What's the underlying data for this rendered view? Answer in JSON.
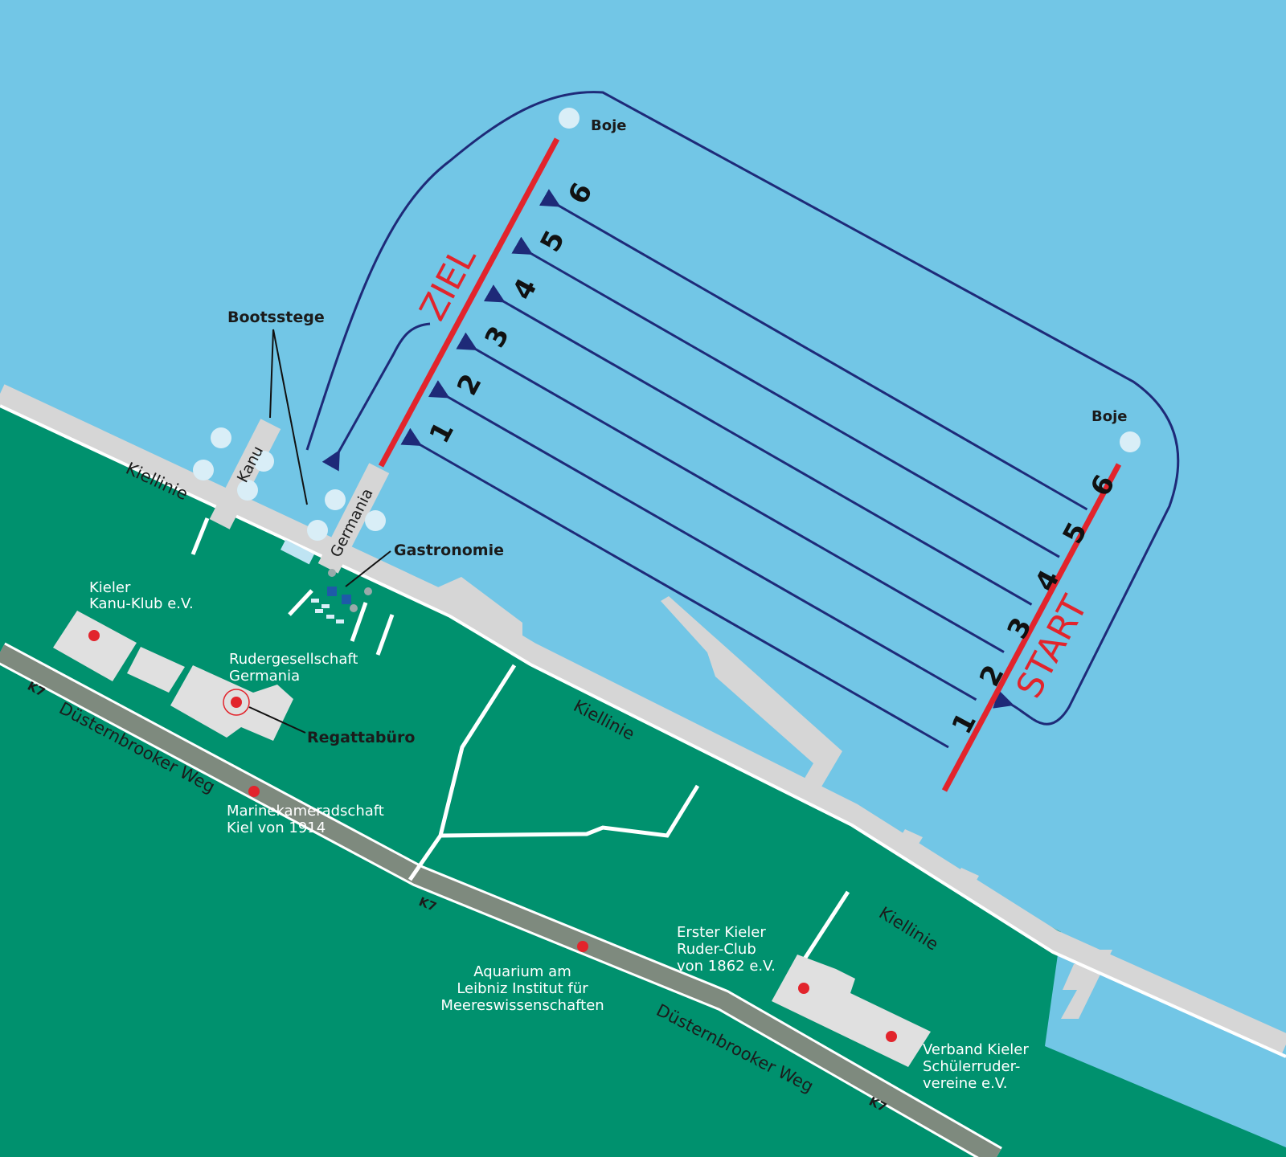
{
  "colors": {
    "water": "#72c6e6",
    "land": "#00916e",
    "road": "#d6d6d6",
    "k7_road": "#7e8a7e",
    "lane_line": "#1e2a78",
    "marker_red": "#e2242c",
    "buoy": "#d9eef7",
    "building": "#e0e0e0"
  },
  "course": {
    "finish_label": "ZIEL",
    "start_label": "START",
    "buoy_label_top": "Boje",
    "buoy_label_right": "Boje",
    "lanes": [
      "1",
      "2",
      "3",
      "4",
      "5",
      "6"
    ],
    "finish_lanes": [
      "1",
      "2",
      "3",
      "4",
      "5",
      "6"
    ]
  },
  "piers": {
    "bootsstege": "Bootsstege",
    "kanu": "Kanu",
    "germania": "Germania",
    "gastronomie": "Gastronomie"
  },
  "roads": {
    "kiellinie": "Kiellinie",
    "duesternbrooker": "Düsternbrooker Weg",
    "k7": "K7"
  },
  "places": {
    "kanu_klub": [
      "Kieler",
      "Kanu-Klub e.V."
    ],
    "rudergesellschaft": [
      "Rudergesellschaft",
      "Germania"
    ],
    "regattabuero": "Regattabüro",
    "marinekameradschaft": [
      "Marinekameradschaft",
      "Kiel von 1914"
    ],
    "aquarium": [
      "Aquarium am",
      "Leibniz Institut für",
      "Meereswissenschaften"
    ],
    "erster_kieler": [
      "Erster Kieler",
      "Ruder-Club",
      "von 1862 e.V."
    ],
    "verband": [
      "Verband Kieler",
      "Schülerruder-",
      "vereine e.V."
    ]
  }
}
